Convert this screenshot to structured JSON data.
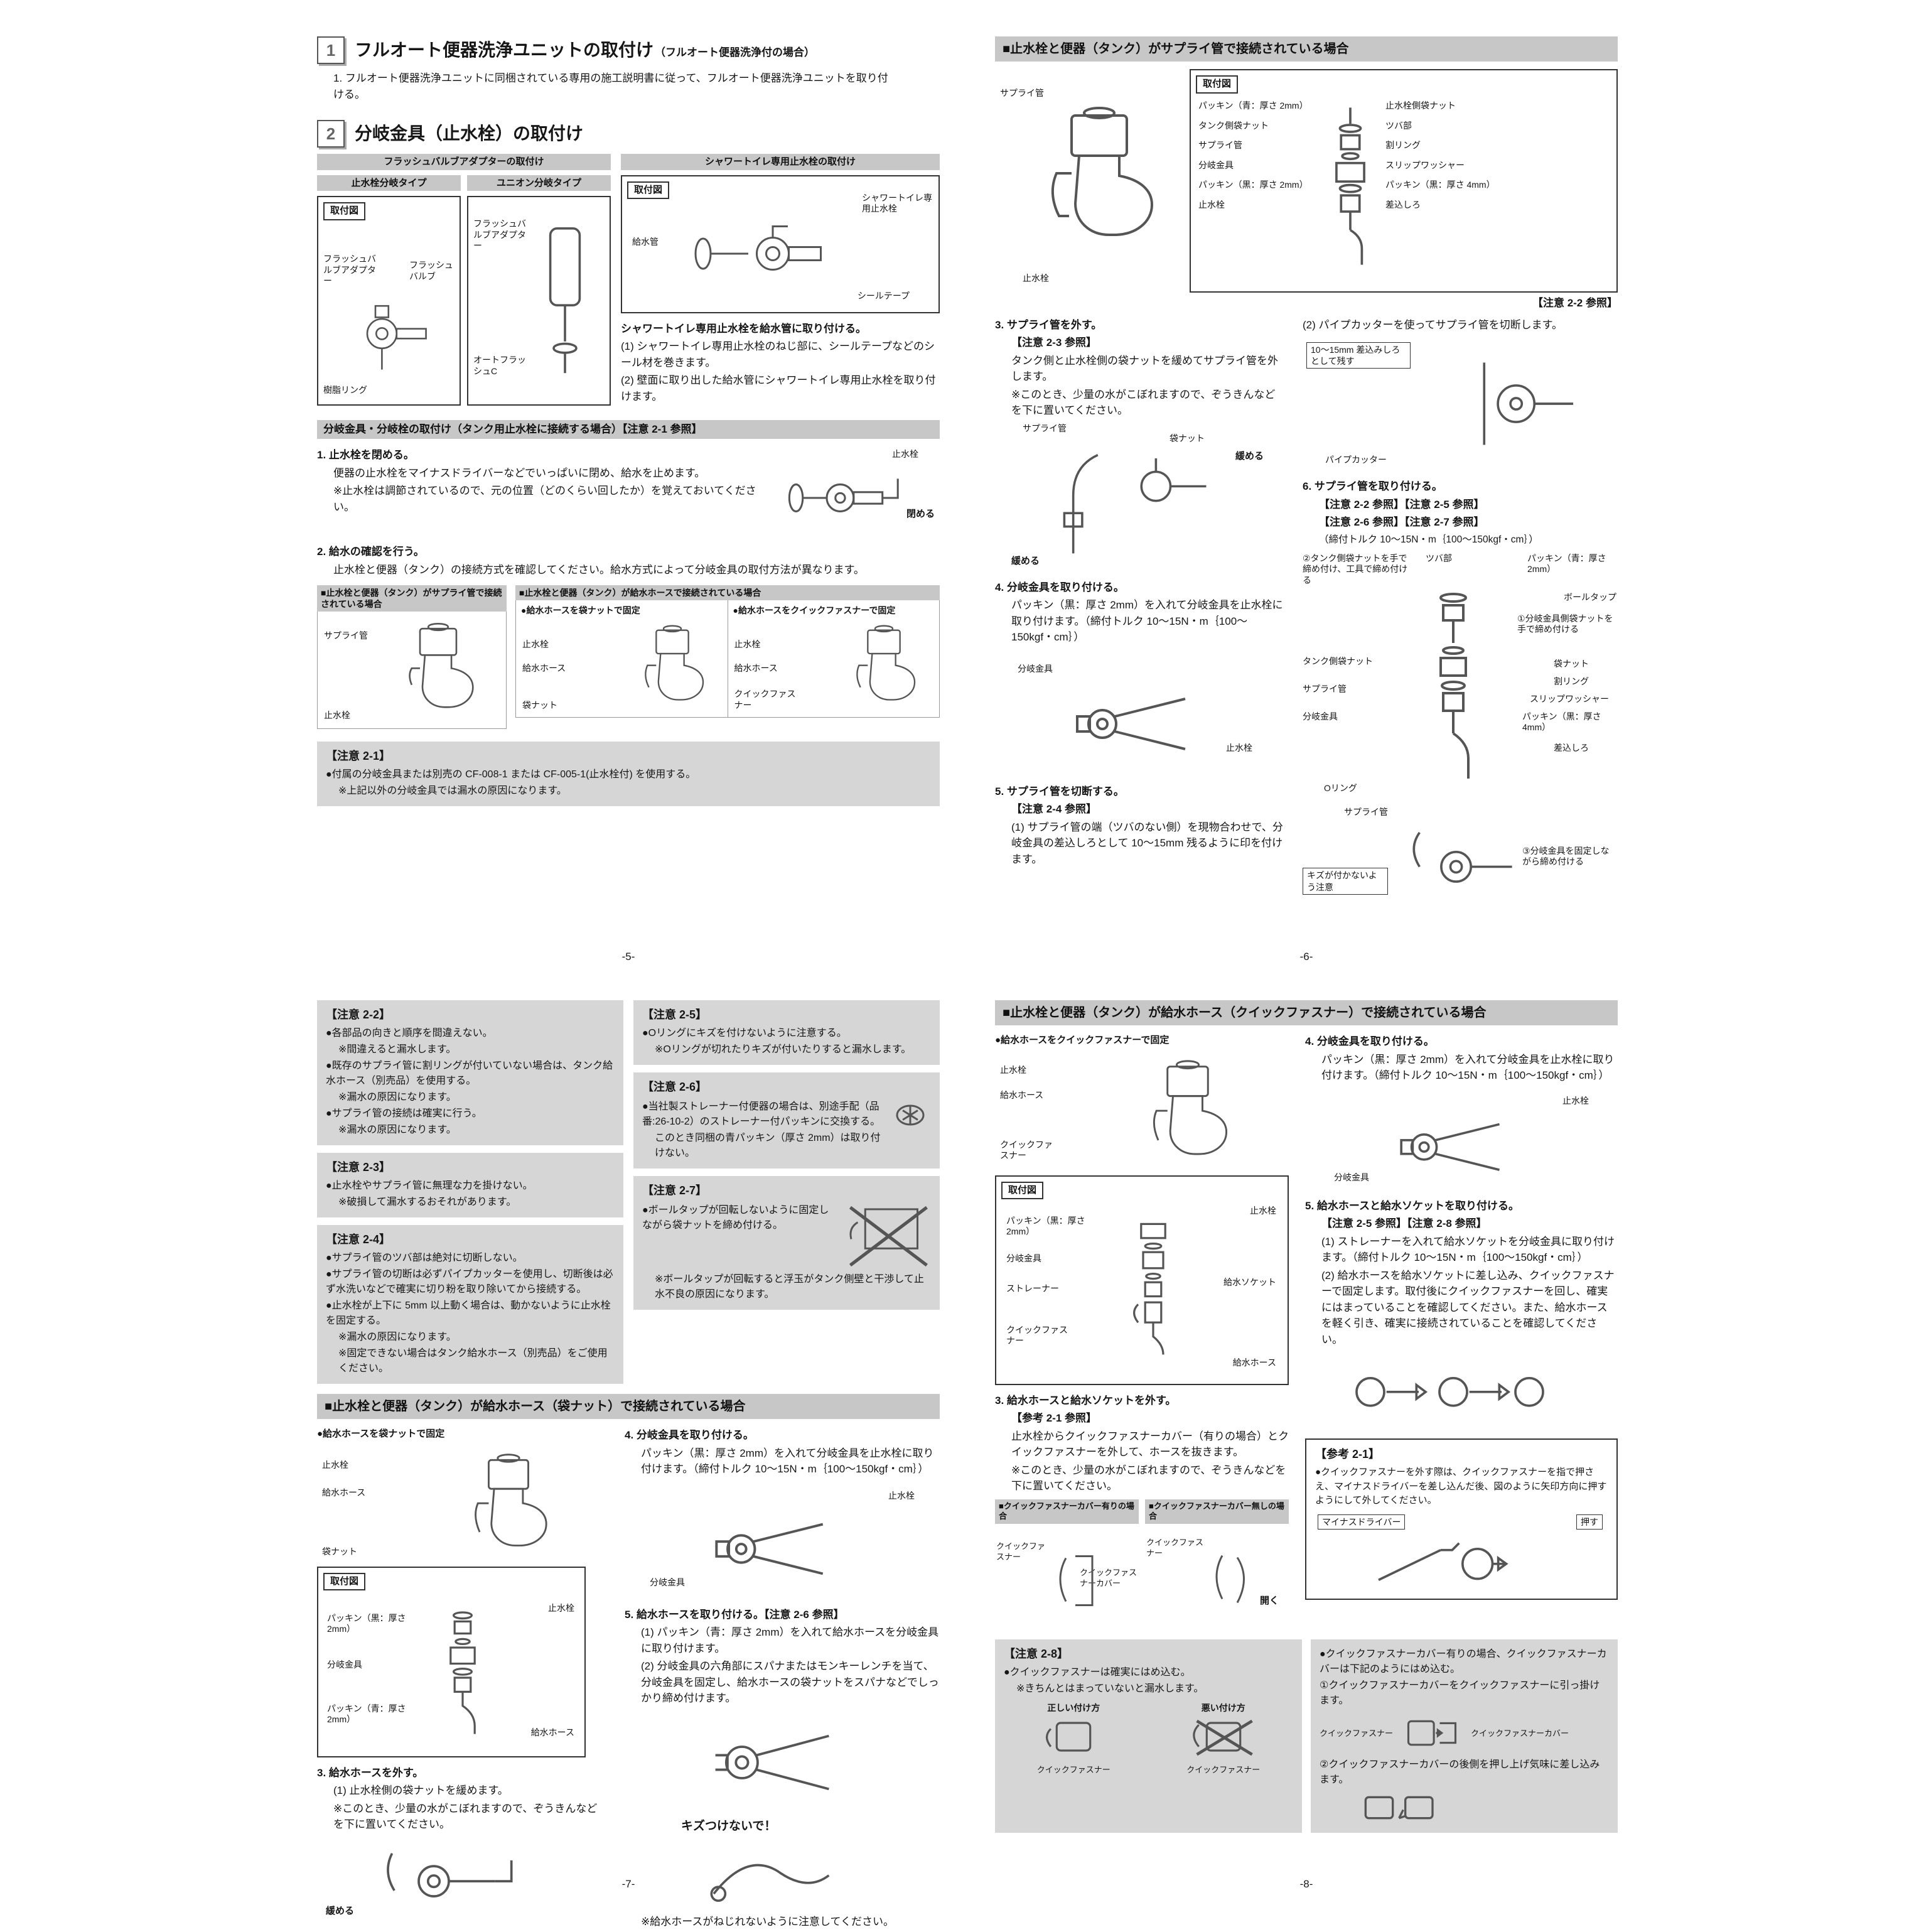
{
  "colors": {
    "band": "#c7c7c7",
    "notebg": "#d6d6d6"
  },
  "p5": {
    "pageno": "-5-",
    "s1_badge": "1",
    "s1_title": "フルオート便器洗浄ユニットの取付け",
    "s1_title_note": "（フルオート便器洗浄付の場合）",
    "s1_body": "1. フルオート便器洗浄ユニットに同梱されている専用の施工説明書に従って、フルオート便器洗浄ユニットを取り付ける。",
    "s2_badge": "2",
    "s2_title": "分岐金具（止水栓）の取付け",
    "flush_header": "フラッシュバルブアダプターの取付け",
    "shower_header": "シャワートイレ専用止水栓の取付け",
    "tab_shisui": "止水栓分岐タイプ",
    "tab_union": "ユニオン分岐タイプ",
    "fig_label": "取付図",
    "flush_fig1_labels": [
      "フラッシュバルブアダプター",
      "フラッシュバルブ",
      "樹脂リング"
    ],
    "flush_fig2_labels": [
      "フラッシュバルブアダプター",
      "オートフラッシュC"
    ],
    "shower_fig_labels": [
      "給水管",
      "シャワートイレ専用止水栓",
      "シールテープ"
    ],
    "shower_bold": "シャワートイレ専用止水栓を給水管に取り付ける。",
    "shower_step1": "(1) シャワートイレ専用止水栓のねじ部に、シールテープなどのシール材を巻きます。",
    "shower_step2": "(2) 壁面に取り出した給水管にシャワートイレ専用止水栓を取り付けます。",
    "band_bunki": "分岐金具・分岐栓の取付け（タンク用止水栓に接続する場合）【注意 2-1 参照】",
    "step1_title": "1. 止水栓を閉める。",
    "step1_body": "便器の止水栓をマイナスドライバーなどでいっぱいに閉め、給水を止めます。",
    "step1_note": "※止水栓は調節されているので、元の位置（どのくらい回したか）を覚えておいてください。",
    "step1_fig_labels": [
      "止水栓",
      "閉める"
    ],
    "step2_title": "2. 給水の確認を行う。",
    "step2_body": "止水栓と便器（タンク）の接続方式を確認してください。給水方式によって分岐金具の取付方法が異なります。",
    "case1_header": "■止水栓と便器（タンク）がサプライ管で接続されている場合",
    "case1_labels": [
      "サプライ管",
      "止水栓"
    ],
    "case2_header": "■止水栓と便器（タンク）が給水ホースで接続されている場合",
    "case2a_title": "●給水ホースを袋ナットで固定",
    "case2a_labels": [
      "止水栓",
      "給水ホース",
      "袋ナット"
    ],
    "case2b_title": "●給水ホースをクイックファスナーで固定",
    "case2b_labels": [
      "止水栓",
      "給水ホース",
      "クイックファスナー"
    ],
    "note21_title": "【注意 2-1】",
    "note21_line1": "●付属の分岐金具または別売の CF-008-1 または CF-005-1(止水栓付) を使用する。",
    "note21_line2": "※上記以外の分岐金具では漏水の原因になります。"
  },
  "p6": {
    "pageno": "-6-",
    "band": "■止水栓と便器（タンク）がサプライ管で接続されている場合",
    "overview_labels": [
      "サプライ管",
      "止水栓"
    ],
    "fig_label": "取付図",
    "fig_left_labels": [
      "パッキン（青：厚さ 2mm）",
      "タンク側袋ナット",
      "サプライ管",
      "分岐金具",
      "パッキン（黒：厚さ 2mm）",
      "止水栓"
    ],
    "fig_right_labels": [
      "止水栓側袋ナット",
      "ツバ部",
      "割リング",
      "スリップワッシャー",
      "パッキン（黒：厚さ 4mm）",
      "差込しろ"
    ],
    "fig_ref": "【注意 2-2 参照】",
    "step3_title": "3. サプライ管を外す。",
    "step3_ref": "【注意 2-3 参照】",
    "step3_body": "タンク側と止水栓側の袋ナットを緩めてサプライ管を外します。",
    "step3_note": "※このとき、少量の水がこぼれますので、ぞうきんなどを下に置いてください。",
    "step3_labels": [
      "サプライ管",
      "袋ナット",
      "緩める",
      "緩める"
    ],
    "step4_title": "4. 分岐金具を取り付ける。",
    "step4_body": "パッキン（黒：厚さ 2mm）を入れて分岐金具を止水栓に取り付けます。（締付トルク 10～15N・m｛100～150kgf・cm｝）",
    "step4_labels": [
      "分岐金具",
      "止水栓"
    ],
    "step5_title": "5. サプライ管を切断する。",
    "step5_ref": "【注意 2-4 参照】",
    "step5_body": "(1) サプライ管の端（ツバのない側）を現物合わせで、分岐金具の差込しろとして 10～15mm 残るように印を付けます。",
    "step5b_body": "(2) パイプカッターを使ってサプライ管を切断します。",
    "step5b_box": "10～15mm 差込みしろとして残す",
    "step5b_label": "パイプカッター",
    "step6_title": "6. サプライ管を取り付ける。",
    "step6_ref1": "【注意 2-2 参照】【注意 2-5 参照】",
    "step6_ref2": "【注意 2-6 参照】【注意 2-7 参照】",
    "step6_torque": "（締付トルク 10～15N・m｛100～150kgf・cm｝）",
    "step6_lbl_tool": "②タンク側袋ナットを手で締め付け、工具で締め付ける",
    "step6_lbl_tsuba": "ツバ部",
    "step6_lbl_packing_blue": "パッキン（青：厚さ 2mm）",
    "step6_lbl_balltap": "ボールタップ",
    "step6_lbl_hand": "①分岐金具側袋ナットを手で締め付ける",
    "step6_lbl_tanknut": "タンク側袋ナット",
    "step6_lbl_supply": "サプライ管",
    "step6_lbl_bunki": "分岐金具",
    "step6_lbl_nut": "袋ナット",
    "step6_lbl_ring": "割リング",
    "step6_lbl_slip": "スリップワッシャー",
    "step6_lbl_packing_black": "パッキン（黒：厚さ 4mm）",
    "step6_lbl_sashikomi": "差込しろ",
    "step6_lbl_oring": "Oリング",
    "step6b_lbl_supply": "サプライ管",
    "step6b_lbl_kizu": "キズが付かないよう注意",
    "step6b_lbl_fix": "③分岐金具を固定しながら締め付ける"
  },
  "p7": {
    "pageno": "-7-",
    "n22_title": "【注意 2-2】",
    "n22_i0": "●各部品の向きと順序を間違えない。",
    "n22_i1": "※間違えると漏水します。",
    "n22_i2": "●既存のサプライ管に割リングが付いていない場合は、タンク給水ホース（別売品）を使用する。",
    "n22_i3": "※漏水の原因になります。",
    "n22_i4": "●サプライ管の接続は確実に行う。",
    "n22_i5": "※漏水の原因になります。",
    "n23_title": "【注意 2-3】",
    "n23_i0": "●止水栓やサプライ管に無理な力を掛けない。",
    "n23_i1": "※破損して漏水するおそれがあります。",
    "n24_title": "【注意 2-4】",
    "n24_i0": "●サプライ管のツバ部は絶対に切断しない。",
    "n24_i1": "●サプライ管の切断は必ずパイプカッターを使用し、切断後は必ず水洗いなどで確実に切り粉を取り除いてから接続する。",
    "n24_i2": "●止水栓が上下に 5mm 以上動く場合は、動かないように止水栓を固定する。",
    "n24_i3": "※漏水の原因になります。",
    "n24_i4": "※固定できない場合はタンク給水ホース（別売品）をご使用ください。",
    "n25_title": "【注意 2-5】",
    "n25_i0": "●Oリングにキズを付けないように注意する。",
    "n25_i1": "※Oリングが切れたりキズが付いたりすると漏水します。",
    "n26_title": "【注意 2-6】",
    "n26_i0": "●当社製ストレーナー付便器の場合は、別途手配（品番:26-10-2）のストレーナー付パッキンに交換する。",
    "n26_i1": "このとき同梱の青パッキン（厚さ 2mm）は取り付けない。",
    "n27_title": "【注意 2-7】",
    "n27_i0": "●ボールタップが回転しないように固定しながら袋ナットを締め付ける。",
    "n27_i1": "※ボールタップが回転すると浮玉がタンク側壁と干渉して止水不良の原因になります。",
    "band": "■止水栓と便器（タンク）が給水ホース（袋ナット）で接続されている場合",
    "fix_title": "●給水ホースを袋ナットで固定",
    "fix_labels": [
      "止水栓",
      "給水ホース",
      "袋ナット"
    ],
    "fig_label": "取付図",
    "fig_labels": [
      "パッキン（黒：厚さ 2mm）",
      "止水栓",
      "分岐金具",
      "パッキン（青：厚さ 2mm）",
      "給水ホース"
    ],
    "step3_title": "3. 給水ホースを外す。",
    "step3_body": "(1) 止水栓側の袋ナットを緩めます。",
    "step3_note": "※このとき、少量の水がこぼれますので、ぞうきんなどを下に置いてください。",
    "step3_label": "緩める",
    "step4_title": "4. 分岐金具を取り付ける。",
    "step4_body": "パッキン（黒：厚さ 2mm）を入れて分岐金具を止水栓に取り付けます。（締付トルク 10～15N・m｛100～150kgf・cm｝）",
    "step4_labels": [
      "止水栓",
      "分岐金具"
    ],
    "step5_title": "5. 給水ホースを取り付ける。【注意 2-6 参照】",
    "step5_item1": "(1) パッキン（青：厚さ 2mm）を入れて給水ホースを分岐金具に取り付けます。",
    "step5_item2": "(2) 分岐金具の六角部にスパナまたはモンキーレンチを当て、分岐金具を固定し、給水ホースの袋ナットをスパナなどでしっかり締め付けます。",
    "step5_warn": "キズつけないで！",
    "step5_note": "※給水ホースがねじれないように注意してください。"
  },
  "p8": {
    "pageno": "-8-",
    "band": "■止水栓と便器（タンク）が給水ホース（クイックファスナー）で接続されている場合",
    "fix_title": "●給水ホースをクイックファスナーで固定",
    "fix_labels": [
      "止水栓",
      "給水ホース",
      "クイックファスナー"
    ],
    "fig_label": "取付図",
    "fig_labels": [
      "止水栓",
      "パッキン（黒：厚さ 2mm）",
      "分岐金具",
      "ストレーナー",
      "給水ソケット",
      "クイックファスナー",
      "給水ホース"
    ],
    "step3_title": "3. 給水ホースと給水ソケットを外す。",
    "step3_ref": "【参考 2-1 参照】",
    "step3_body": "止水栓からクイックファスナーカバー（有りの場合）とクイックファスナーを外して、ホースを抜きます。",
    "step3_note": "※このとき、少量の水がこぼれますので、ぞうきんなどを下に置いてください。",
    "case_a": "■クイックファスナーカバー有りの場合",
    "case_b": "■クイックファスナーカバー無しの場合",
    "case_a_labels": [
      "クイックファスナー",
      "クイックファスナーカバー"
    ],
    "case_b_labels": [
      "クイックファスナー",
      "開く"
    ],
    "step4_title": "4. 分岐金具を取り付ける。",
    "step4_body": "パッキン（黒：厚さ 2mm）を入れて分岐金具を止水栓に取り付けます。（締付トルク 10～15N・m｛100～150kgf・cm｝）",
    "step4_labels": [
      "止水栓",
      "分岐金具"
    ],
    "step5_title": "5. 給水ホースと給水ソケットを取り付ける。",
    "step5_ref": "【注意 2-5 参照】【注意 2-8 参照】",
    "step5_item1": "(1) ストレーナーを入れて給水ソケットを分岐金具に取り付けます。（締付トルク 10～15N・m｛100～150kgf・cm｝）",
    "step5_item2": "(2) 給水ホースを給水ソケットに差し込み、クイックファスナーで固定します。取付後にクイックファスナーを回し、確実にはまっていることを確認してください。また、給水ホースを軽く引き、確実に接続されていることを確認してください。",
    "ref21_title": "【参考 2-1】",
    "ref21_body": "●クイックファスナーを外す際は、クイックファスナーを指で押さえ、マイナスドライバーを差し込んだ後、図のように矢印方向に押すようにして外してください。",
    "ref21_lbl_driver": "マイナスドライバー",
    "ref21_lbl_push": "押す",
    "note28_title": "【注意 2-8】",
    "note28_l1": "●クイックファスナーは確実にはめ込む。",
    "note28_l2": "※きちんとはまっていないと漏水します。",
    "note28_correct": "正しい付け方",
    "note28_wrong": "悪い付け方",
    "note28_fastener": "クイックファスナー",
    "note28_r1": "●クイックファスナーカバー有りの場合、クイックファスナーカバーは下記のようにはめ込む。",
    "note28_r2": "①クイックファスナーカバーをクイックファスナーに引っ掛けます。",
    "note28_r_lbl1": "クイックファスナー",
    "note28_r_lbl2": "クイックファスナーカバー",
    "note28_r3": "②クイックファスナーカバーの後側を押し上げ気味に差し込みます。"
  }
}
